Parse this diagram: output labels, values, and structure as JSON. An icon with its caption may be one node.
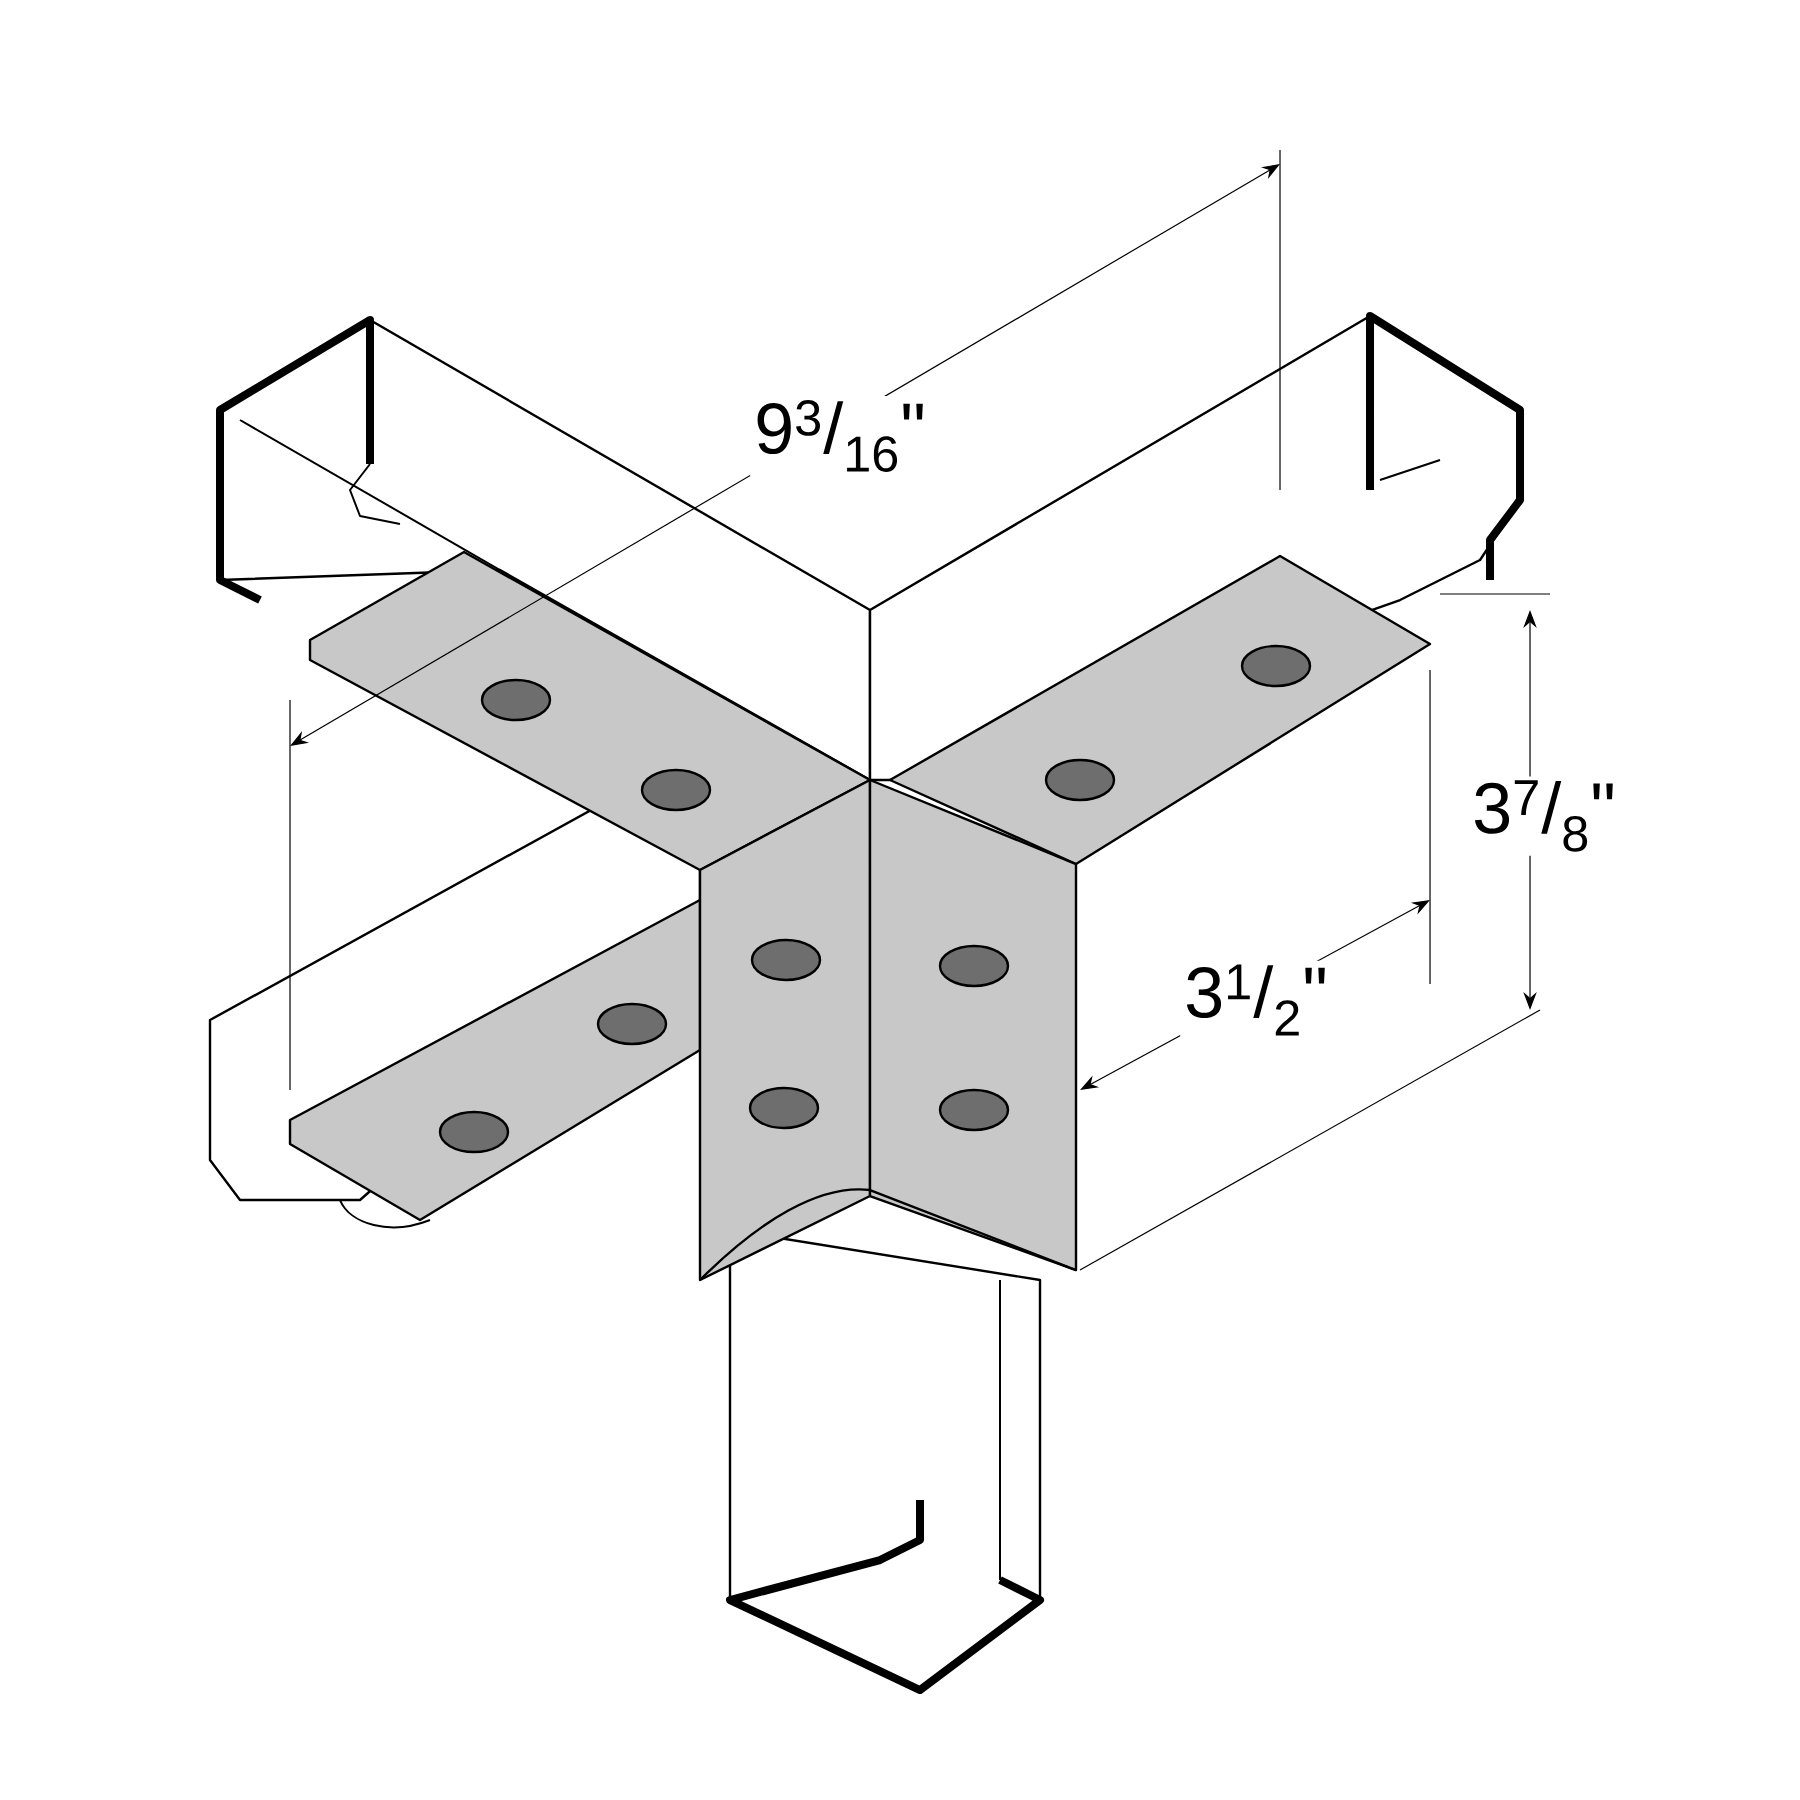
{
  "diagram": {
    "labels": [
      "9$^{3}$/$_{16}$\"",
      "3$^{1}$/$_{2}$\"",
      "3$^{7}$/$_{8}$\""
    ]
  }
}
